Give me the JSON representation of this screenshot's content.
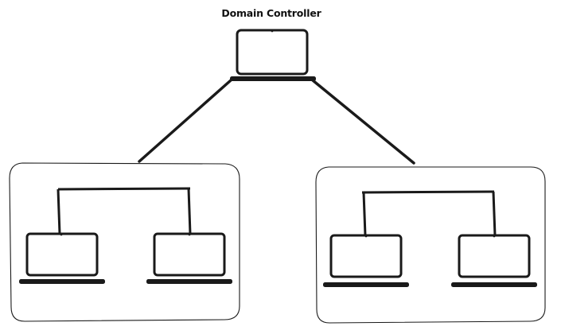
{
  "diagram": {
    "title": "Domain Controller",
    "nodes": {
      "controller": {
        "label": "Domain Controller",
        "icon": "laptop-icon"
      },
      "left_group": {
        "members": [
          "laptop",
          "laptop"
        ]
      },
      "right_group": {
        "members": [
          "laptop",
          "laptop"
        ]
      }
    },
    "edges": [
      {
        "from": "controller",
        "to": "left_group"
      },
      {
        "from": "controller",
        "to": "right_group"
      }
    ],
    "colors": {
      "stroke": "#1a1a1a",
      "background": "#ffffff"
    }
  }
}
